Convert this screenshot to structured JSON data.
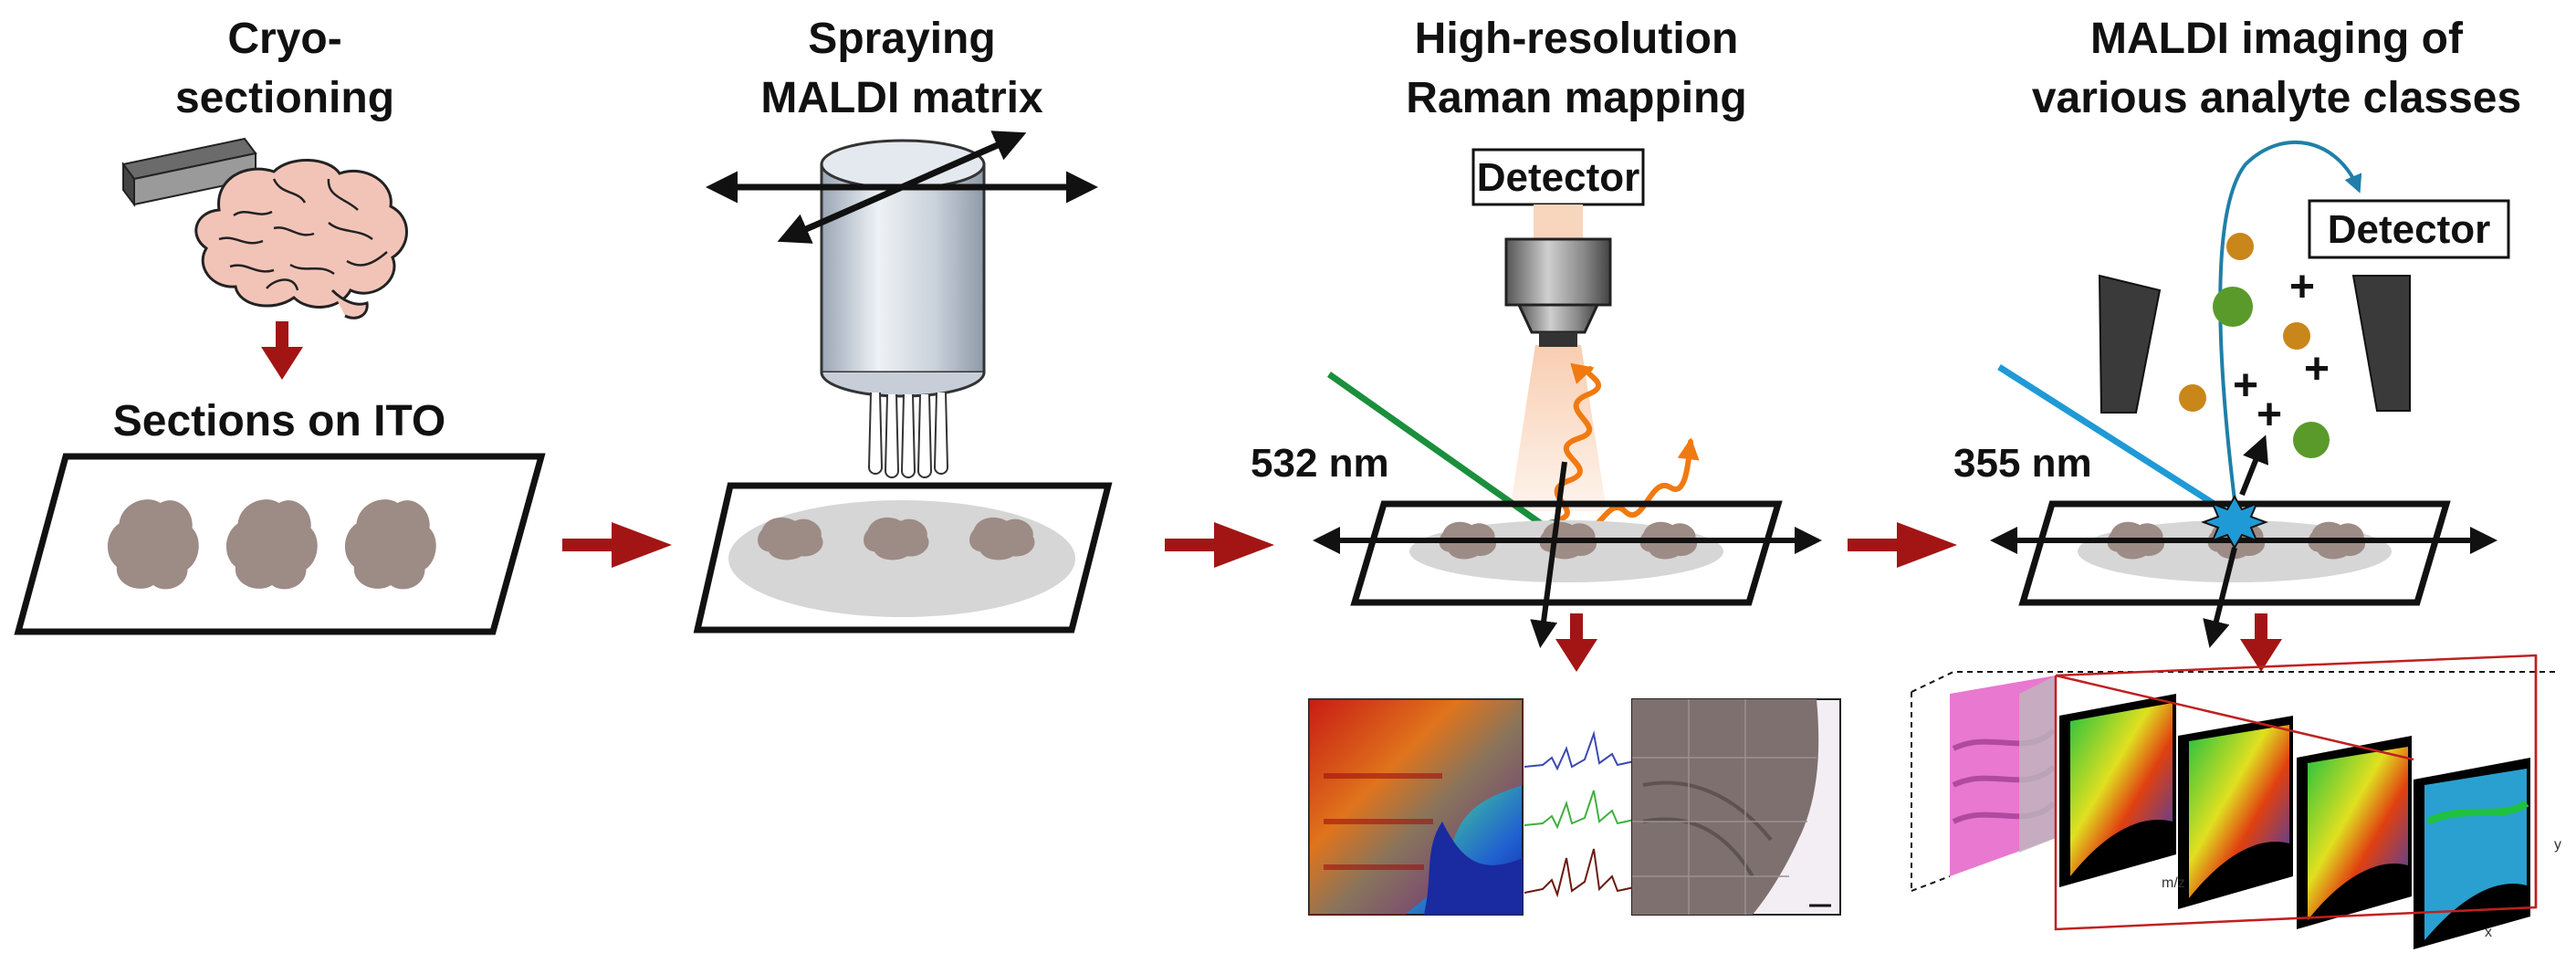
{
  "steps": [
    {
      "title_lines": [
        "Cryo-",
        "sectioning"
      ]
    },
    {
      "title_lines": [
        "Spraying",
        "MALDI matrix"
      ]
    },
    {
      "title_lines": [
        "High-resolution",
        "Raman mapping"
      ]
    },
    {
      "title_lines": [
        "MALDI imaging of",
        "various analyte classes"
      ]
    }
  ],
  "labels": {
    "sections_on_ito": "Sections on ITO",
    "detector_raman": "Detector",
    "detector_maldi": "Detector",
    "wavelength_raman": "532 nm",
    "wavelength_maldi": "355 nm",
    "ion_sign": "+",
    "axis_mz": "m/z",
    "axis_x": "x",
    "axis_y": "y"
  },
  "colors": {
    "flow_arrow": "#a31515",
    "tissue": "#9d8b86",
    "raman_laser": "#1a8f3c",
    "maldi_laser": "#1f9ad6",
    "scatter": "#f07a10",
    "ion_green": "#5a9a2a",
    "ion_orange": "#c9861a",
    "ion_path": "#1f7fa8",
    "brain": "#f2c4b8"
  }
}
